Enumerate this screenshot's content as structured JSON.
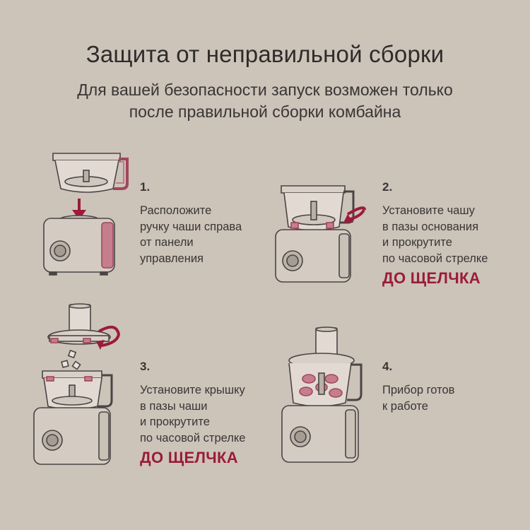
{
  "title": "Защита от неправильной сборки",
  "subtitle_line1": "Для вашей безопасности запуск возможен только",
  "subtitle_line2": "после правильной сборки комбайна",
  "colors": {
    "accent": "#9b1b39",
    "background": "#ccc3b9",
    "text": "#3a3535"
  },
  "steps": [
    {
      "num": "1.",
      "desc": "Расположите\nручку чаши справа\nот панели\nуправления",
      "emphasis": ""
    },
    {
      "num": "2.",
      "desc": "Установите чашу\nв пазы основания\nи прокрутите\nпо часовой стрелке",
      "emphasis": "ДО ЩЕЛЧКА"
    },
    {
      "num": "3.",
      "desc": "Установите крышку\nв пазы чаши\nи прокрутите\nпо часовой стрелке",
      "emphasis": "ДО ЩЕЛЧКА"
    },
    {
      "num": "4.",
      "desc": "Прибор готов\nк работе",
      "emphasis": ""
    }
  ]
}
